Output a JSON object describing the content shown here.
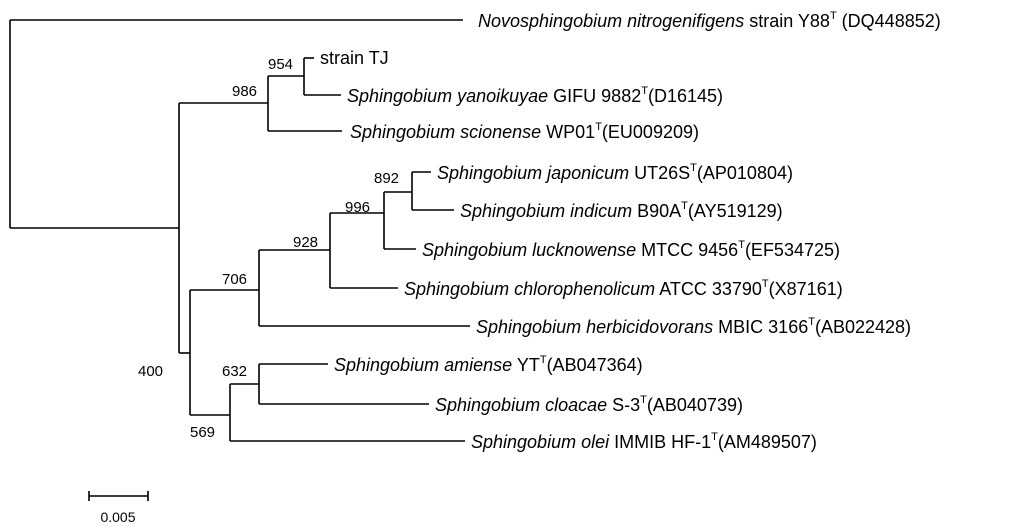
{
  "scale_bar": {
    "label": "0.005"
  },
  "taxa": [
    {
      "genus": "Novosphingobium",
      "species": "nitrogenifigens",
      "strain": " strain Y88",
      "accession": " (DQ448852)"
    },
    {
      "genus": "",
      "species": "",
      "strain": "strain TJ",
      "accession": ""
    },
    {
      "genus": "Sphingobium",
      "species": "yanoikuyae",
      "strain": " GIFU 9882",
      "accession": "(D16145)"
    },
    {
      "genus": "Sphingobium",
      "species": "scionense",
      "strain": " WP01",
      "accession": "(EU009209)"
    },
    {
      "genus": "Sphingobium",
      "species": "japonicum",
      "strain": " UT26S",
      "accession": "(AP010804)"
    },
    {
      "genus": "Sphingobium",
      "species": "indicum",
      "strain": " B90A",
      "accession": "(AY519129)"
    },
    {
      "genus": "Sphingobium",
      "species": "lucknowense",
      "strain": " MTCC 9456",
      "accession": "(EF534725)"
    },
    {
      "genus": "Sphingobium",
      "species": "chlorophenolicum",
      "strain": " ATCC 33790",
      "accession": "(X87161)"
    },
    {
      "genus": "Sphingobium",
      "species": "herbicidovorans",
      "strain": " MBIC 3166",
      "accession": "(AB022428)"
    },
    {
      "genus": "Sphingobium",
      "species": "amiense",
      "strain": " YT",
      "accession": "(AB047364)"
    },
    {
      "genus": "Sphingobium",
      "species": "cloacae",
      "strain": " S-3",
      "accession": "(AB040739)"
    },
    {
      "genus": "Sphingobium",
      "species": "olei",
      "strain": " IMMIB HF-1",
      "accession": "(AM489507)"
    }
  ],
  "type_strain_mark": "T",
  "bootstrap": [
    "954",
    "986",
    "892",
    "996",
    "928",
    "706",
    "400",
    "632",
    "569"
  ]
}
